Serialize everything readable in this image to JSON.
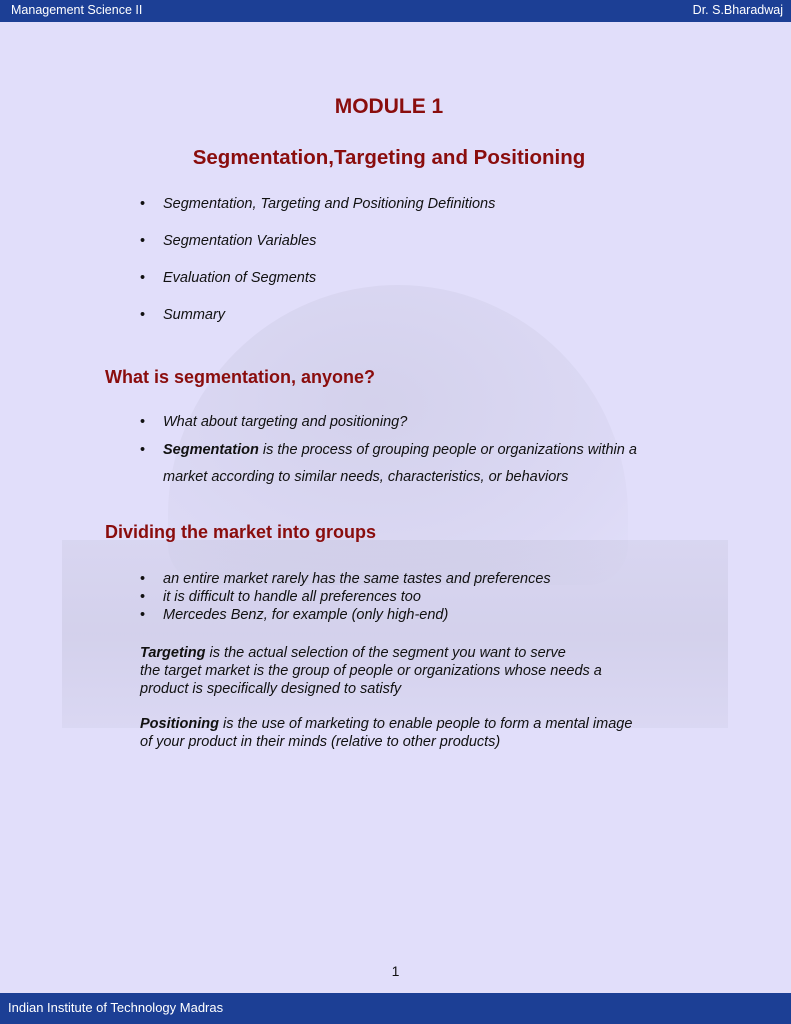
{
  "header": {
    "left": "Management Science II",
    "right": "Dr. S.Bharadwaj"
  },
  "footer": {
    "institute": "Indian Institute of Technology Madras"
  },
  "module": "MODULE 1",
  "title": "Segmentation,Targeting and Positioning",
  "topics": [
    "Segmentation, Targeting and Positioning Definitions",
    "Segmentation Variables",
    "Evaluation of Segments",
    "Summary"
  ],
  "section1": {
    "heading": "What is segmentation, anyone?",
    "item1": "What about targeting and positioning?",
    "item2_term": "Segmentation",
    "item2_text": " is the process of grouping people or organizations within a",
    "item2_cont": "market according to similar needs, characteristics, or behaviors"
  },
  "section2": {
    "heading": "Dividing the market into groups",
    "items": [
      "an entire market rarely has the same tastes and preferences",
      "it is difficult to handle all preferences too",
      "Mercedes Benz, for example (only high-end)"
    ],
    "targeting_term": "Targeting",
    "targeting_line1": " is the actual selection of the segment you want to serve",
    "targeting_line2": "the target market is the group of people or organizations whose needs a",
    "targeting_line3": "product is specifically designed to satisfy",
    "positioning_term": "Positioning",
    "positioning_line1": " is the use of marketing to enable people to form a mental image",
    "positioning_line2": "of your product in their minds (relative to other products)"
  },
  "page_number": "1"
}
